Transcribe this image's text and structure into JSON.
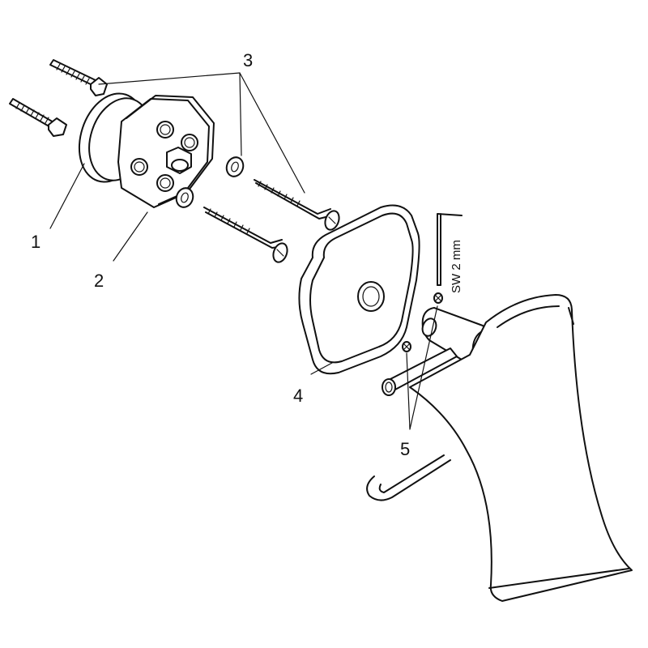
{
  "callouts": {
    "c1": "1",
    "c2": "2",
    "c3": "3",
    "c4": "4",
    "c5": "5"
  },
  "tool": {
    "label": "SW 2 mm"
  },
  "colors": {
    "line": "#111111",
    "background": "#ffffff"
  }
}
